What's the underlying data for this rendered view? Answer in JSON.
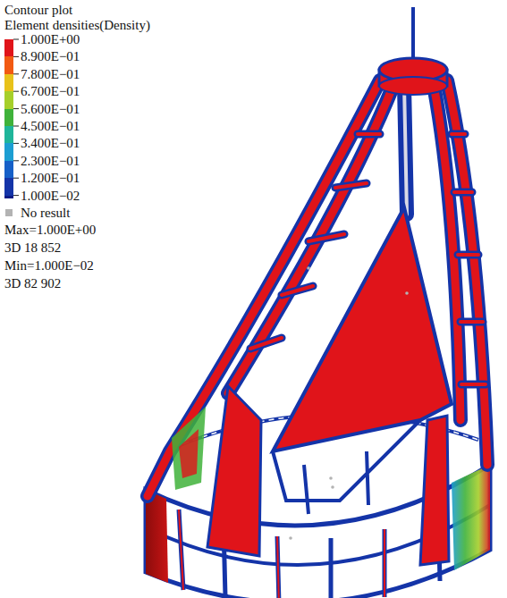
{
  "diagram": {
    "title": "Contour plot",
    "labels": [
      "Element densities(Density)",
      "Max=1.000E+00",
      "3D 18 852",
      "Min=1.000E−02",
      "3D 82 902"
    ],
    "legend": [
      {
        "text": "1.000E+00",
        "color": "#e0141a"
      },
      {
        "text": "8.900E−01",
        "color": "#f25a12"
      },
      {
        "text": "7.800E−01",
        "color": "#e8c21a"
      },
      {
        "text": "6.700E−01",
        "color": "#a6cf2a"
      },
      {
        "text": "5.600E−01",
        "color": "#3fb23a"
      },
      {
        "text": "4.500E−01",
        "color": "#1fb59a"
      },
      {
        "text": "3.400E−01",
        "color": "#1c9ed2"
      },
      {
        "text": "2.300E−01",
        "color": "#1660c8"
      },
      {
        "text": "1.200E−01",
        "color": "#1434a8"
      },
      {
        "text": "1.000E−02",
        "color": "#0b1a86"
      },
      {
        "text": "No result",
        "color": "#b3b3b3"
      }
    ]
  }
}
